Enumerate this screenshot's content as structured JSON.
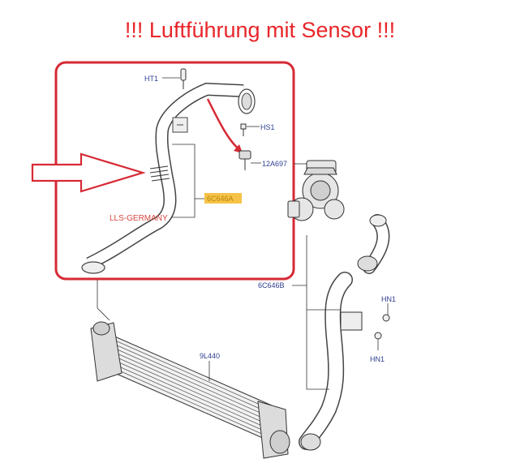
{
  "banner": {
    "text": "!!! Luftführung mit Sensor !!!"
  },
  "callouts": {
    "ht1": "HT1",
    "hs1": "HS1",
    "sensor": "12A697",
    "hose_a": "6C646A",
    "hose_b": "6C646B",
    "intercooler": "9L440",
    "hn1_top": "HN1",
    "hn1_bottom": "HN1"
  },
  "watermark": {
    "text": "LLS-GERMANY"
  },
  "colors": {
    "banner": "#e8262a",
    "highlight_box": "#d62a35",
    "highlight_label": "#f6c247",
    "callout": "#2f3f8f",
    "watermark": "#d9463f"
  }
}
